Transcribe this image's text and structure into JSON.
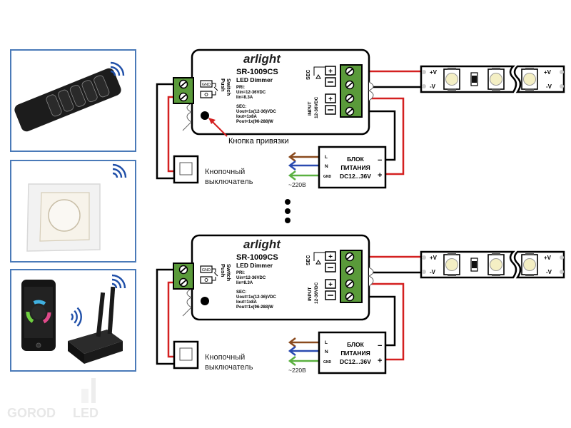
{
  "devices": [
    {
      "name": "remote-control",
      "kind": "RF remote"
    },
    {
      "name": "wall-panel-dimmer",
      "kind": "rotary wall panel"
    },
    {
      "name": "smartphone-wifi",
      "kind": "smartphone + Wi-Fi converter"
    }
  ],
  "dimmer": {
    "brand": "arlight",
    "model": "SR-1009CS",
    "type": "LED Dimmer",
    "pri_title": "PRI:",
    "pri_uin": "Uin=12-36VDC",
    "pri_iin": "Iin=8.3A",
    "sec_title": "SEC:",
    "sec_uout": "Uout=1x(12-36)VDC",
    "sec_iout": "Iout=1x8A",
    "sec_pout": "Pout=1x(96-288)W",
    "push_switch_label_1": "Push",
    "push_switch_label_2": "Switch",
    "gnd_label": "GND",
    "sec_label": "SEC",
    "input_label_1": "INPUT",
    "input_label_2": "12-36VDC",
    "plus": "+",
    "minus": "−"
  },
  "annotations": {
    "bind_button": "Кнопка привязки",
    "push_button_1": "Кнопочный",
    "push_button_2": "выключатель",
    "mains": "~220B"
  },
  "power_supply": {
    "line1": "БЛОК",
    "line2": "ПИТАНИЯ",
    "line3": "DC12...36V",
    "l": "L",
    "n": "N",
    "gnd": "GND",
    "plus": "+",
    "minus": "−"
  },
  "strip": {
    "plus_v": "+V",
    "minus_v": "-V"
  },
  "watermark": "GOROD",
  "watermark_suffix": "LED",
  "colors": {
    "frame_blue": "#4a7ab8",
    "terminal_green": "#5a9a3a",
    "wire_red": "#d42020",
    "wire_brown": "#8a4a1e",
    "wire_blue": "#2a4ab0",
    "wire_green": "#5ab040",
    "wifi_blue": "#1f4fa8"
  }
}
